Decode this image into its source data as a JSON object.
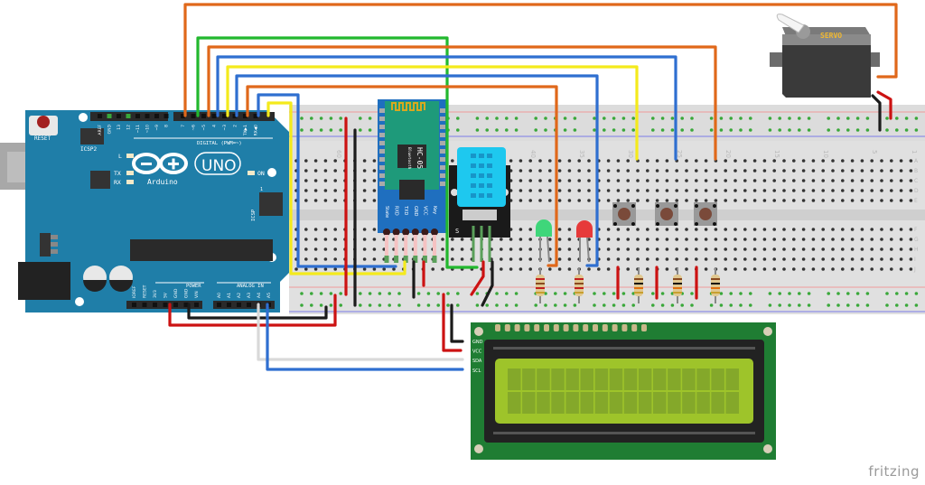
{
  "app": {
    "watermark": "fritzing"
  },
  "arduino": {
    "reset_label": "RESET",
    "icsp2_label": "ICSP2",
    "icsp_label": "ICSP",
    "icsp_pin1": "1",
    "brand": "Arduino",
    "model": "UNO",
    "led_l": "L",
    "led_tx": "TX",
    "led_rx": "RX",
    "led_on": "ON",
    "digital_label": "DIGITAL (PWM=~)",
    "power_label": "POWER",
    "analog_label": "ANALOG IN",
    "top_pins": [
      "AREF",
      "GND",
      "13",
      "12",
      "~11",
      "~10",
      "~9",
      "8",
      "7",
      "~6",
      "~5",
      "4",
      "~3",
      "2",
      "TX▶1",
      "RX◀0"
    ],
    "power_pins": [
      "IOREF",
      "RESET",
      "3V3",
      "5V",
      "GND",
      "GND",
      "VIN"
    ],
    "analog_pins": [
      "A0",
      "A1",
      "A2",
      "A3",
      "A4",
      "A5"
    ]
  },
  "bluetooth": {
    "name": "HC-05",
    "sub": "Bluetooth",
    "pins": [
      "State",
      "RXD",
      "TXD",
      "GND",
      "VCC",
      "Key"
    ]
  },
  "dht": {
    "pin_label": "S"
  },
  "servo": {
    "label": "SERVO"
  },
  "lcd": {
    "pins": [
      "GND",
      "VCC",
      "SDA",
      "SCL"
    ],
    "rows": 2,
    "cols": 16
  },
  "breadboard": {
    "column_labels": [
      "60",
      "55",
      "50",
      "45",
      "40",
      "35",
      "30",
      "25",
      "20",
      "15",
      "10",
      "5",
      "1"
    ],
    "row_labels_top": [
      "A",
      "B",
      "C",
      "D",
      "E"
    ],
    "row_labels_bottom": [
      "F",
      "G",
      "H",
      "I",
      "J"
    ]
  },
  "components": {
    "leds": [
      {
        "color": "green",
        "hex": "#3fd67a"
      },
      {
        "color": "red",
        "hex": "#e63a3a"
      }
    ],
    "buttons": 3,
    "resistors": 5
  },
  "colors": {
    "arduino_board": "#1f7ea8",
    "wire_orange": "#e0681a",
    "wire_green": "#22b82e",
    "wire_blue": "#2f6fd0",
    "wire_yellow": "#f4ea1c",
    "wire_red": "#cc1212",
    "wire_black": "#1b1b1b",
    "wire_white": "#d9d9d9",
    "lcd_screen": "#9ec42a",
    "lcd_pcb": "#1f7d33",
    "dht_body": "#1ec8ef"
  }
}
